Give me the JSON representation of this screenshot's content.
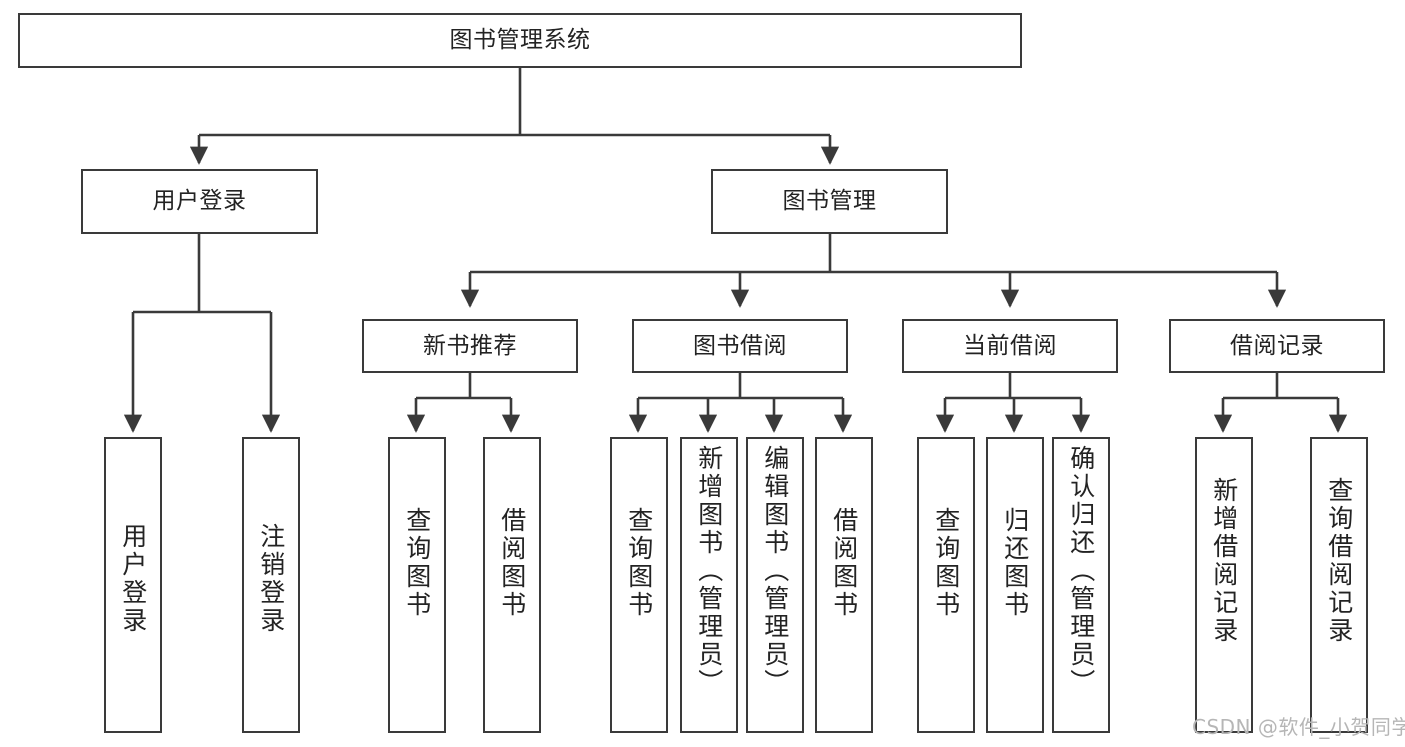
{
  "diagram": {
    "title_node": {
      "label": "图书管理系统"
    },
    "level2": [
      {
        "key": "user_login",
        "label": "用户登录"
      },
      {
        "key": "book_manage",
        "label": "图书管理"
      }
    ],
    "level3": [
      {
        "key": "new_book_rec",
        "label": "新书推荐"
      },
      {
        "key": "book_borrow",
        "label": "图书借阅"
      },
      {
        "key": "current_borrow",
        "label": "当前借阅"
      },
      {
        "key": "borrow_record",
        "label": "借阅记录"
      }
    ],
    "leaves": {
      "user_login": [
        {
          "key": "leaf_user_login",
          "label": "用户登录"
        },
        {
          "key": "leaf_logout",
          "label": "注销登录"
        }
      ],
      "new_book_rec": [
        {
          "key": "leaf_query_book_1",
          "label": "查询图书"
        },
        {
          "key": "leaf_borrow_book_1",
          "label": "借阅图书"
        }
      ],
      "book_borrow": [
        {
          "key": "leaf_query_book_2",
          "label": "查询图书"
        },
        {
          "key": "leaf_add_book",
          "label": "新增图书（管理员）"
        },
        {
          "key": "leaf_edit_book",
          "label": "编辑图书（管理员）"
        },
        {
          "key": "leaf_borrow_book_2",
          "label": "借阅图书"
        }
      ],
      "current_borrow": [
        {
          "key": "leaf_query_book_3",
          "label": "查询图书"
        },
        {
          "key": "leaf_return_book",
          "label": "归还图书"
        },
        {
          "key": "leaf_confirm_return",
          "label": "确认归还（管理员）"
        }
      ],
      "borrow_record": [
        {
          "key": "leaf_add_record",
          "label": "新增借阅记录"
        },
        {
          "key": "leaf_query_record",
          "label": "查询借阅记录"
        }
      ]
    }
  },
  "watermark": {
    "text": "CSDN @软件_小贺同学"
  },
  "colors": {
    "stroke": "#3a3a3a",
    "text": "#232323",
    "background": "#ffffff",
    "watermark": "#b6b6b6"
  }
}
